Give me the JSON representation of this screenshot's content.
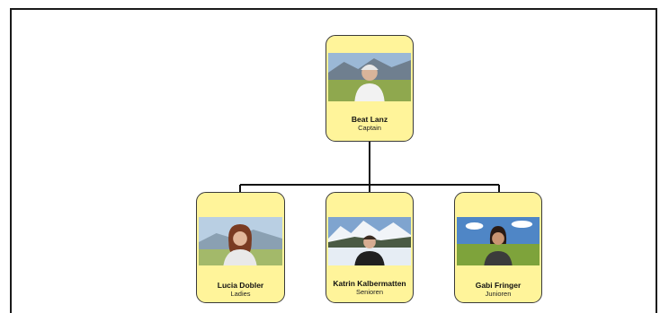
{
  "org_chart": {
    "root": {
      "name": "Beat Lanz",
      "role": "Captain",
      "photo_icon": "person-photo-icon"
    },
    "children": [
      {
        "name": "Lucia Dobler",
        "role": "Ladies",
        "photo_icon": "person-photo-icon"
      },
      {
        "name": "Katrin Kalbermatten",
        "role": "Senioren",
        "photo_icon": "person-photo-icon"
      },
      {
        "name": "Gabi Fringer",
        "role": "Junioren",
        "photo_icon": "person-photo-icon"
      }
    ]
  },
  "colors": {
    "card_fill": "#fff49a",
    "card_border": "#3a3a3a",
    "connector": "#111111",
    "frame": "#1a1a1a"
  }
}
